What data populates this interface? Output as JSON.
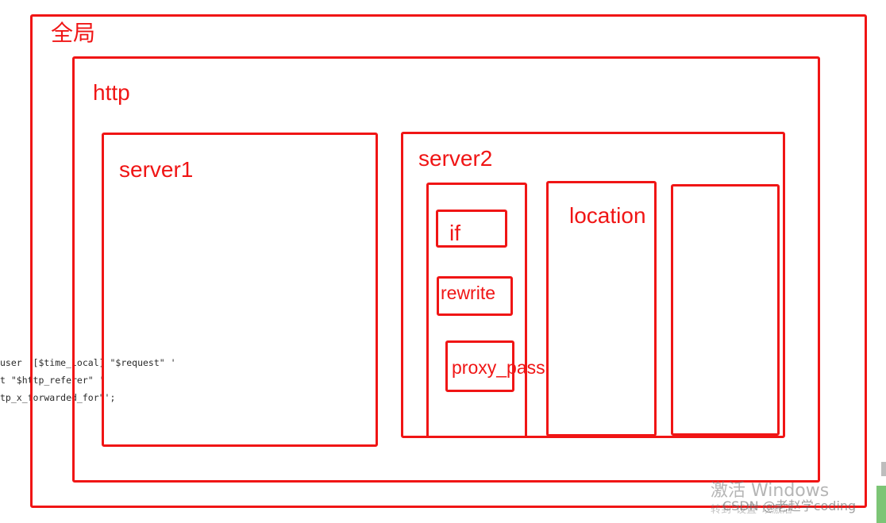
{
  "diagram": {
    "global_label": "全局",
    "http_label": "http",
    "server1_label": "server1",
    "server2_label": "server2",
    "if_label": "if",
    "rewrite_label": "rewrite",
    "proxy_pass_label": "proxy_pass",
    "location_label": "location"
  },
  "background_code": [
    "user  [$time_local] \"$request\" '",
    "t \"$http_referer\" '",
    "tp_x_forwarded_for\"';"
  ],
  "watermark": {
    "activate_windows": "激活 Windows",
    "settings_hint": "转到\"设置\"以激活",
    "csdn_credit": "CSDN @老赵学coding"
  },
  "colors": {
    "outline": "#f01515",
    "code_text": "#2a2a2a",
    "scrollbar_thumb": "#7cc576"
  }
}
